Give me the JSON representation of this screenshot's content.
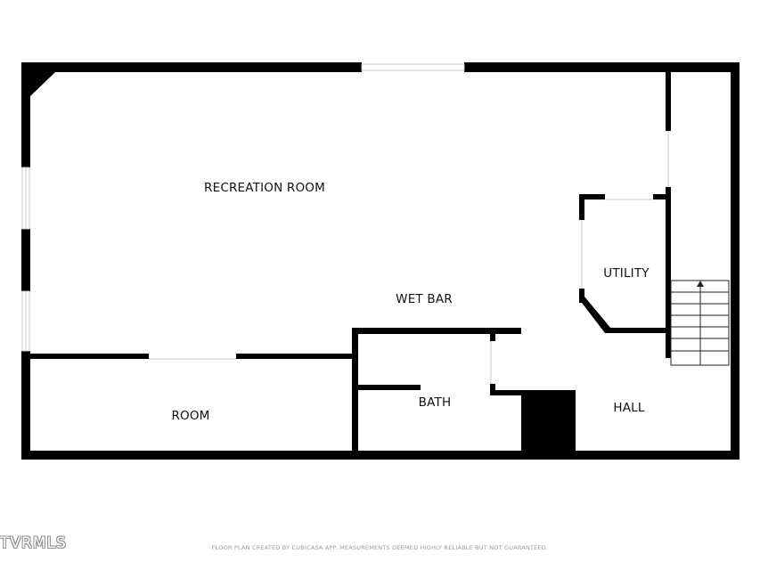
{
  "rooms": {
    "recreation": "RECREATION ROOM",
    "wet_bar": "WET BAR",
    "utility": "UTILITY",
    "room": "ROOM",
    "bath": "BATH",
    "hall": "HALL"
  },
  "footer": {
    "disclaimer": "FLOOR PLAN CREATED BY CUBICASA APP. MEASUREMENTS DEEMED HIGHLY RELIABLE BUT NOT GUARANTEED.",
    "watermark": "TVRMLS"
  },
  "colors": {
    "wall": "#000000",
    "window": "#c8c8c8",
    "background": "#ffffff"
  }
}
